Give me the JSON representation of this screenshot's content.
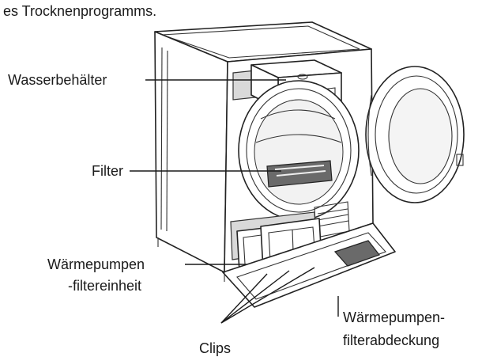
{
  "caption": "es Trocknenprogramms.",
  "labels": {
    "water_tank": "Wasserbehälter",
    "filter": "Filter",
    "heat_pump_filter_unit_line1": "Wärmepumpen",
    "heat_pump_filter_unit_line2": "-filtereinheit",
    "clips": "Clips",
    "heat_pump_filter_cover_line1": "Wärmepumpen-",
    "heat_pump_filter_cover_line2": "filterabdeckung"
  }
}
